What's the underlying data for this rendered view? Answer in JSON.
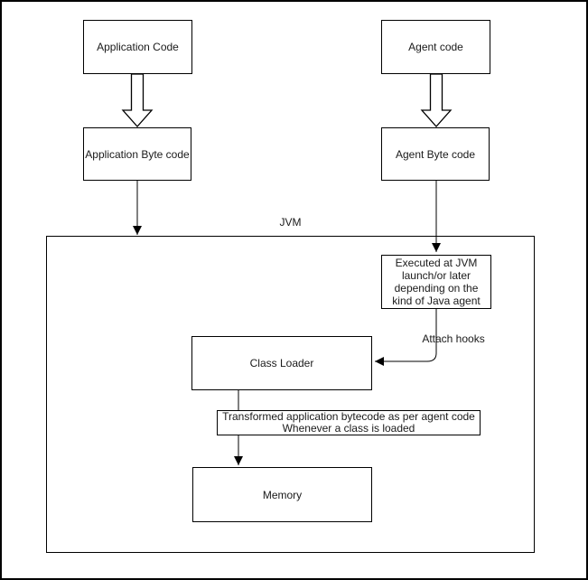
{
  "diagram": {
    "container_label": "JVM",
    "nodes": {
      "application_code": "Application Code",
      "agent_code": "Agent code",
      "application_bytecode": "Application Byte code",
      "agent_bytecode": "Agent Byte code",
      "executed_note_lines": [
        "Executed at JVM",
        "launch/or later",
        "depending on the",
        "kind of Java agent"
      ],
      "class_loader": "Class Loader",
      "transformed_note_lines": [
        "Transformed application bytecode as per agent code",
        "Whenever a class is loaded"
      ],
      "memory": "Memory"
    },
    "edge_labels": {
      "attach_hooks": "Attach hooks"
    },
    "colors": {
      "stroke": "#000000",
      "node_fill": "#ffffff",
      "text": "#1a1a1a"
    }
  }
}
